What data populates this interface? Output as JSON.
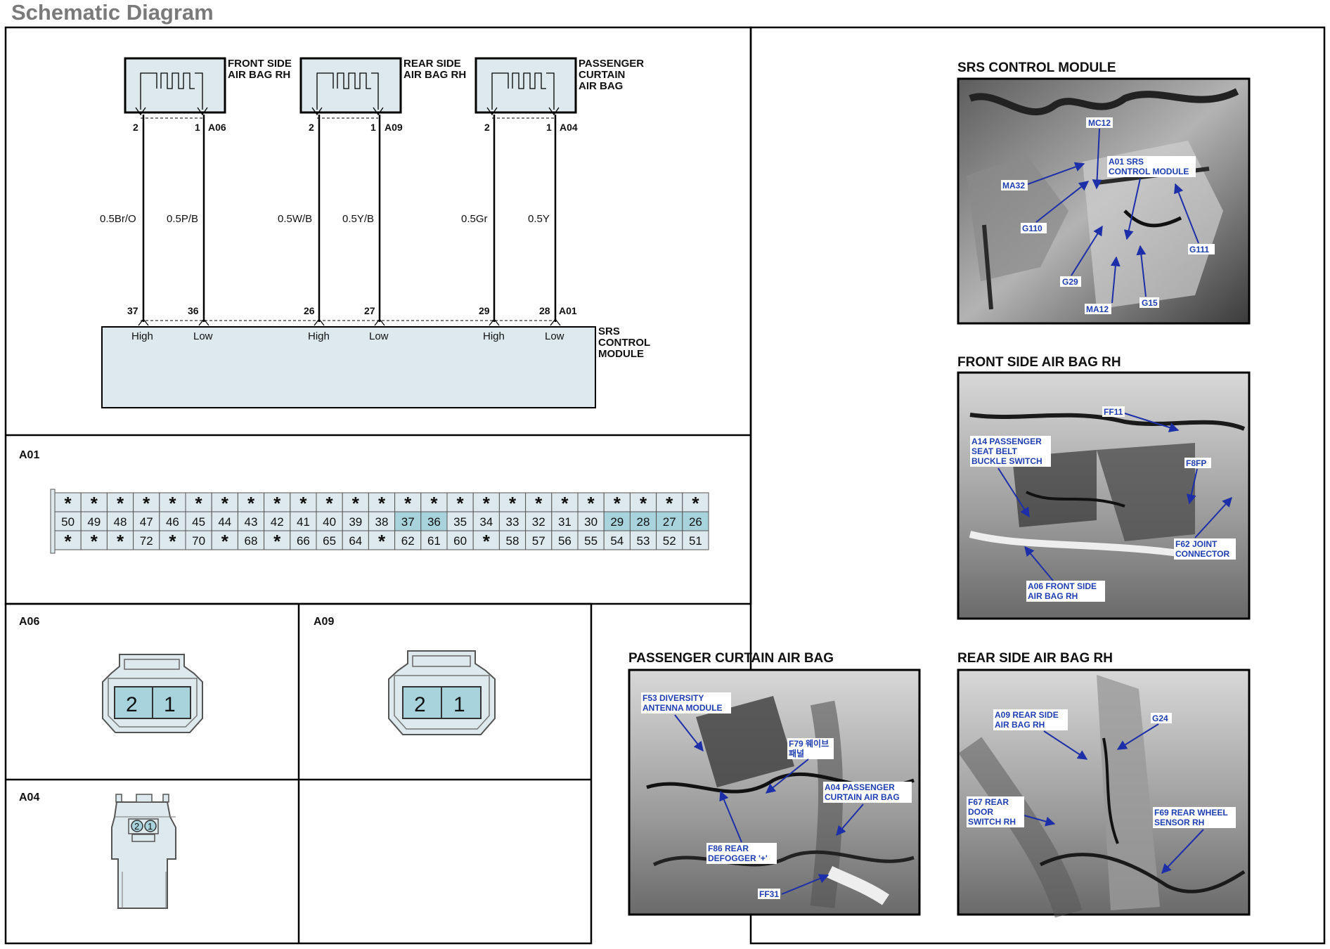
{
  "title": "Schematic Diagram",
  "components": {
    "front_side_airbag": [
      "FRONT SIDE",
      "AIR BAG RH"
    ],
    "rear_side_airbag": [
      "REAR SIDE",
      "AIR BAG RH"
    ],
    "curtain_airbag": [
      "PASSENGER",
      "CURTAIN",
      "AIR BAG"
    ],
    "srs_module": [
      "SRS",
      "CONTROL",
      "MODULE"
    ]
  },
  "connectors": {
    "A06": "A06",
    "A09": "A09",
    "A04": "A04",
    "A01": "A01"
  },
  "wires": [
    {
      "component_pin": "2",
      "wire": "0.5Br/O",
      "module_pin": "37",
      "signal": "High"
    },
    {
      "component_pin": "1",
      "wire": "0.5P/B",
      "module_pin": "36",
      "signal": "Low"
    },
    {
      "component_pin": "2",
      "wire": "0.5W/B",
      "module_pin": "26",
      "signal": "High"
    },
    {
      "component_pin": "1",
      "wire": "0.5Y/B",
      "module_pin": "27",
      "signal": "Low"
    },
    {
      "component_pin": "2",
      "wire": "0.5Gr",
      "module_pin": "29",
      "signal": "High"
    },
    {
      "component_pin": "1",
      "wire": "0.5Y",
      "module_pin": "28",
      "signal": "Low"
    }
  ],
  "a01_pinout": {
    "label": "A01",
    "row1": [
      "*",
      "*",
      "*",
      "*",
      "*",
      "*",
      "*",
      "*",
      "*",
      "*",
      "*",
      "*",
      "*",
      "*",
      "*",
      "*",
      "*",
      "*",
      "*",
      "*",
      "*",
      "*",
      "*",
      "*",
      "*"
    ],
    "row2": [
      "50",
      "49",
      "48",
      "47",
      "46",
      "45",
      "44",
      "43",
      "42",
      "41",
      "40",
      "39",
      "38",
      "37",
      "36",
      "35",
      "34",
      "33",
      "32",
      "31",
      "30",
      "29",
      "28",
      "27",
      "26"
    ],
    "row3": [
      "*",
      "*",
      "*",
      "72",
      "*",
      "70",
      "*",
      "68",
      "*",
      "66",
      "65",
      "64",
      "*",
      "62",
      "61",
      "60",
      "*",
      "58",
      "57",
      "56",
      "55",
      "54",
      "53",
      "52",
      "51"
    ],
    "highlighted_pins": [
      "37",
      "36",
      "29",
      "28",
      "27",
      "26"
    ]
  },
  "a06": {
    "label": "A06",
    "pins": [
      "2",
      "1"
    ]
  },
  "a09": {
    "label": "A09",
    "pins": [
      "2",
      "1"
    ]
  },
  "a04": {
    "label": "A04",
    "pins": [
      "2",
      "1"
    ]
  },
  "photos": {
    "srs": {
      "title": "SRS CONTROL MODULE",
      "callouts": [
        "MC12",
        "A01 SRS",
        "CONTROL MODULE",
        "MA32",
        "G110",
        "G29",
        "MA12",
        "G15",
        "G111"
      ]
    },
    "front": {
      "title": "FRONT SIDE AIR BAG RH",
      "callouts": [
        "FF11",
        "A14 PASSENGER",
        "SEAT BELT",
        "BUCKLE SWITCH",
        "F8FP",
        "F62 JOINT",
        "CONNECTOR",
        "A06 FRONT SIDE",
        "AIR BAG RH"
      ]
    },
    "curtain": {
      "title": "PASSENGER CURTAIN AIR BAG",
      "callouts": [
        "F53 DIVERSITY",
        "ANTENNA MODULE",
        "F79 웨이브",
        "패널",
        "A04 PASSENGER",
        "CURTAIN AIR BAG",
        "F86  REAR",
        "DEFOGGER '+'",
        "FF31"
      ]
    },
    "rear": {
      "title": "REAR SIDE AIR BAG RH",
      "callouts": [
        "A09 REAR SIDE",
        "AIR BAG RH",
        "G24",
        "F67 REAR",
        "DOOR",
        "SWITCH RH",
        "F69 REAR WHEEL",
        "SENSOR RH"
      ]
    }
  },
  "colors": {
    "connector_fill": "#dde9ec",
    "pin_highlight": "#a9d3dc",
    "callout_text": "#1f3fb0",
    "callout_arrow": "#1d2fa8",
    "title_gray": "#7a7a7a"
  }
}
